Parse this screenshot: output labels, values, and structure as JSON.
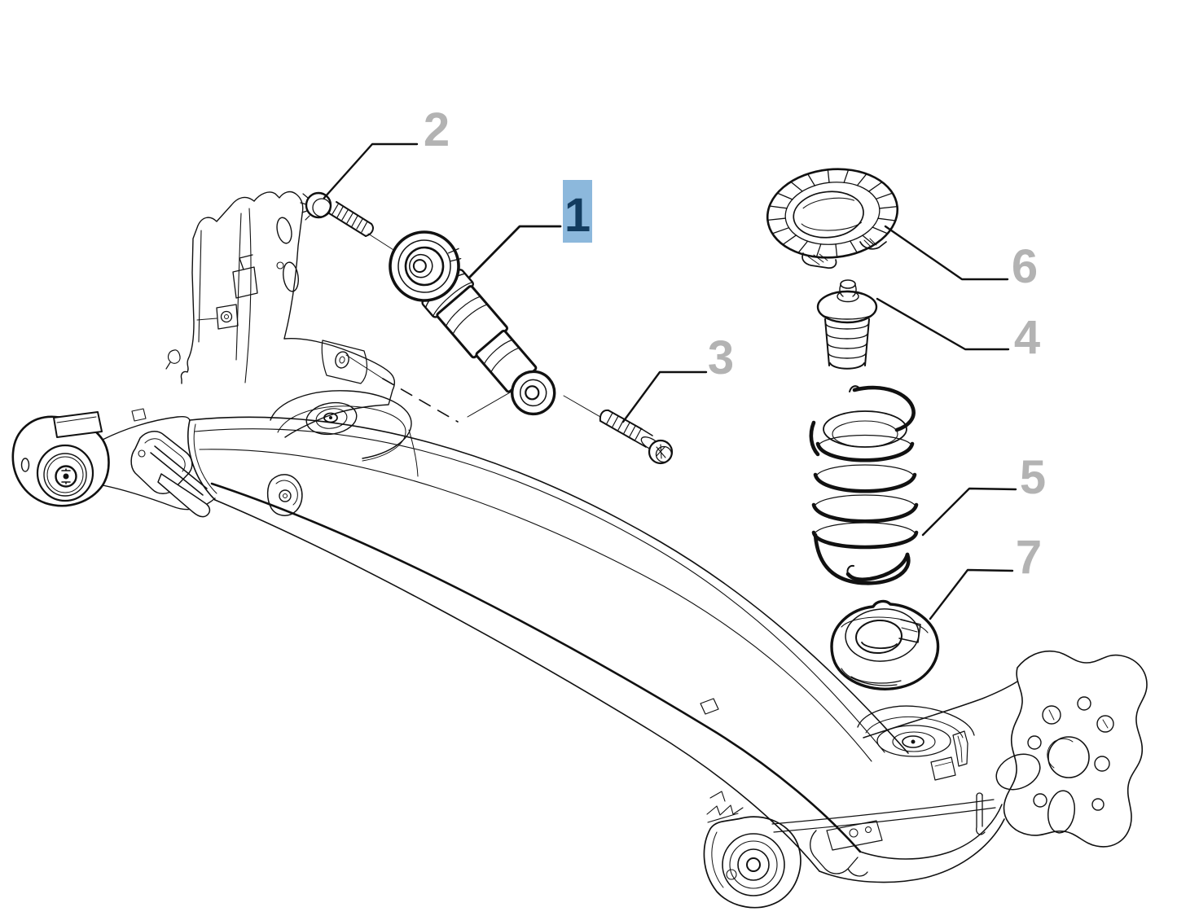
{
  "diagram": {
    "type": "exploded-parts-diagram",
    "subject": "rear-axle-beam-with-shock-absorber-and-coil-spring",
    "background_color": "#ffffff",
    "line_color": "#111111",
    "callout_color": "#b3b3b3",
    "selected_callout": {
      "bg_color": "#8cb8dc",
      "text_color": "#133c5f"
    }
  },
  "callouts": [
    {
      "number": "1",
      "part": "shock-absorber",
      "selected": true
    },
    {
      "number": "2",
      "part": "shock-upper-mounting-bolt",
      "selected": false
    },
    {
      "number": "3",
      "part": "shock-lower-mounting-bolt",
      "selected": false
    },
    {
      "number": "4",
      "part": "bump-stop-buffer",
      "selected": false
    },
    {
      "number": "5",
      "part": "coil-spring",
      "selected": false
    },
    {
      "number": "6",
      "part": "upper-spring-seat-ring",
      "selected": false
    },
    {
      "number": "7",
      "part": "lower-spring-seat-cup",
      "selected": false
    }
  ]
}
